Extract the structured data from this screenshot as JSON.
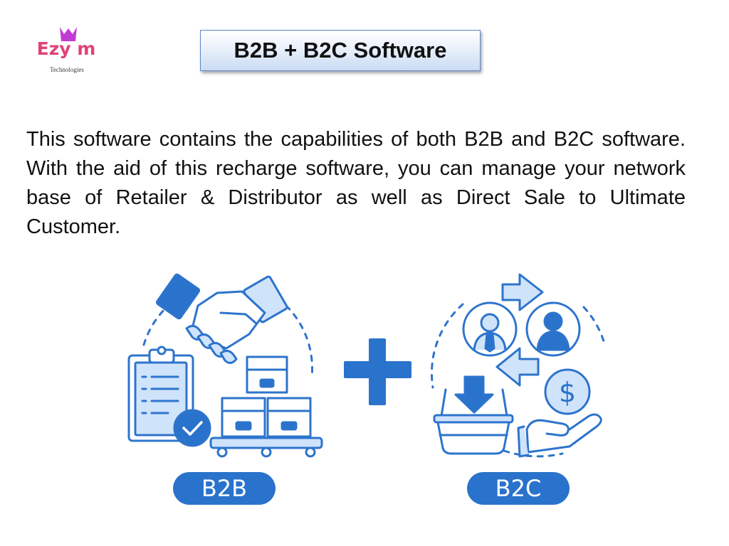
{
  "logo": {
    "word": "Ezy m",
    "subtitle": "Technologies"
  },
  "title": "B2B + B2C Software",
  "description": "This software contains the capabilities of both B2B and B2C software. With the aid of this recharge software, you can manage your network base of Retailer & Distributor as well as Direct Sale to Ultimate Customer.",
  "labels": {
    "b2b": "B2B",
    "b2c": "B2C"
  },
  "icons": {
    "dollar": "$"
  },
  "colors": {
    "blue": "#2a73cc",
    "light_blue": "#cfe3fb",
    "outline": "#2d74cc",
    "logo_pink": "#e0427a",
    "crown": "#c23bd3"
  }
}
